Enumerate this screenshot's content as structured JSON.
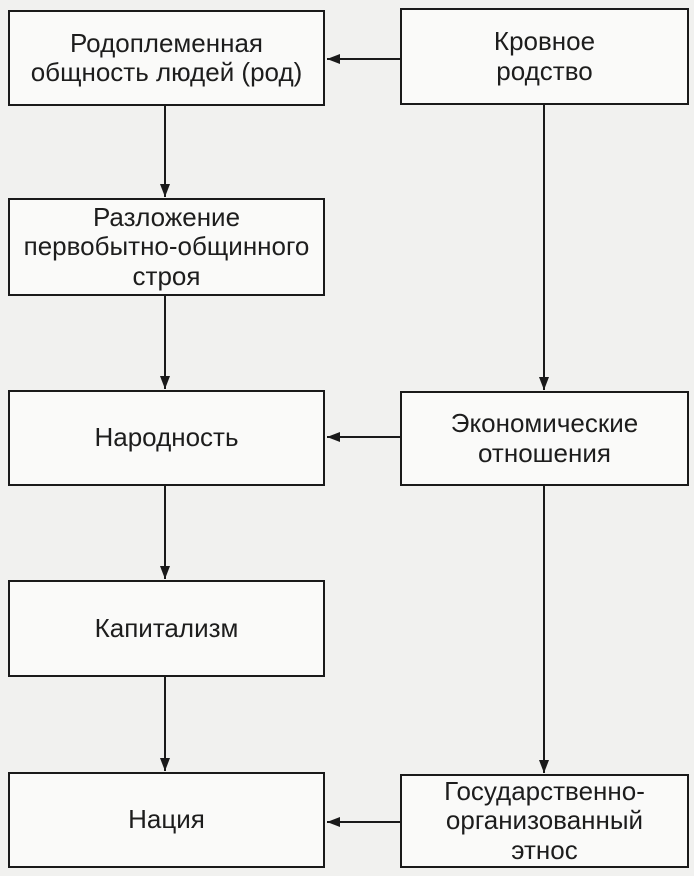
{
  "diagram": {
    "title": "Evolution of ethnic community (flowchart)",
    "palette": {
      "background": "#f1f1ef",
      "box_fill": "#fafaf9",
      "line_color": "#1a1a1a",
      "text_color": "#1d1d1d"
    },
    "nodes": [
      {
        "id": "tribal-community",
        "label": "Родоплеменная\nобщность людей (род)"
      },
      {
        "id": "blood-kinship",
        "label": "Кровное\nродство"
      },
      {
        "id": "decomposition",
        "label": "Разложение\nпервобытно-общинного\nстроя"
      },
      {
        "id": "narodnost",
        "label": "Народность"
      },
      {
        "id": "economic-relations",
        "label": "Экономические\nотношения"
      },
      {
        "id": "capitalism",
        "label": "Капитализм"
      },
      {
        "id": "nation",
        "label": "Нация"
      },
      {
        "id": "state-organized-ethnos",
        "label": "Государственно-\nорганизованный\nэтнос"
      }
    ],
    "edges": [
      {
        "from": "blood-kinship",
        "to": "tribal-community"
      },
      {
        "from": "tribal-community",
        "to": "decomposition"
      },
      {
        "from": "decomposition",
        "to": "narodnost"
      },
      {
        "from": "blood-kinship",
        "to": "economic-relations"
      },
      {
        "from": "economic-relations",
        "to": "narodnost"
      },
      {
        "from": "narodnost",
        "to": "capitalism"
      },
      {
        "from": "capitalism",
        "to": "nation"
      },
      {
        "from": "economic-relations",
        "to": "state-organized-ethnos"
      },
      {
        "from": "state-organized-ethnos",
        "to": "nation"
      }
    ]
  }
}
